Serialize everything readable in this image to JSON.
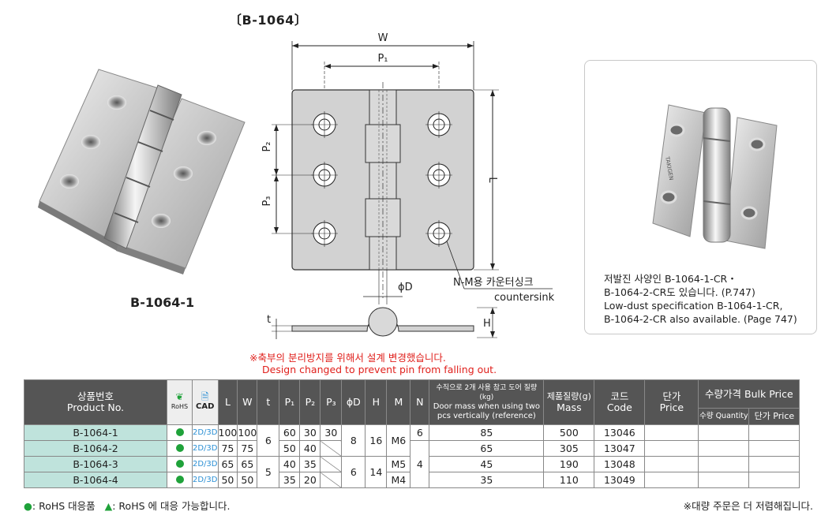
{
  "title_code": "〔B-1064〕",
  "photo_label": "B-1064-1",
  "drawing": {
    "W": "W",
    "P1": "P₁",
    "P2": "P₂",
    "P3": "P₃",
    "L": "L",
    "D": "ϕD",
    "t": "t",
    "H": "H",
    "countersink_kr": "N-M용 카운터싱크",
    "countersink_en": "countersink",
    "side_marking": "TAKIGEN"
  },
  "note": {
    "kr": "※축부의 분리방지를 위해서 설계 변경했습니다.",
    "en": "Design changed to prevent pin from falling out."
  },
  "info": {
    "line1": "저발진 사양인 B-1064-1-CR・",
    "line2": "B-1064-2-CR도 있습니다. (P.747)",
    "line3": "Low-dust specification B-1064-1-CR,",
    "line4": "B-1064-2-CR also available. (Page 747)"
  },
  "table": {
    "h_product_kr": "상품번호",
    "h_product_en": "Product No.",
    "h_rohs": "RoHS",
    "h_cad": "CAD",
    "h_L": "L",
    "h_W": "W",
    "h_t": "t",
    "h_P1": "P₁",
    "h_P2": "P₂",
    "h_P3": "P₃",
    "h_D": "ϕD",
    "h_H": "H",
    "h_M": "M",
    "h_N": "N",
    "h_door_kr": "수직으로 2개 사용 참고 도어 질량(kg)",
    "h_door_en": "Door mass when using two pcs vertically (reference)",
    "h_mass_kr": "제품질량(g)",
    "h_mass_en": "Mass",
    "h_code_kr": "코드",
    "h_code_en": "Code",
    "h_price_kr": "단가",
    "h_price_en": "Price",
    "h_bulk": "수량가격 Bulk Price",
    "h_qty": "수량 Quantity",
    "h_unit": "단가 Price",
    "rows": [
      {
        "pn": "B-1064-1",
        "cad": "2D/3D",
        "L": "100",
        "W": "100",
        "P1": "60",
        "P2": "30",
        "P3": "30",
        "door": "85",
        "mass": "500",
        "code": "13046"
      },
      {
        "pn": "B-1064-2",
        "cad": "2D/3D",
        "L": "75",
        "W": "75",
        "P1": "50",
        "P2": "40",
        "door": "65",
        "mass": "305",
        "code": "13047"
      },
      {
        "pn": "B-1064-3",
        "cad": "2D/3D",
        "L": "65",
        "W": "65",
        "P1": "40",
        "P2": "35",
        "door": "45",
        "mass": "190",
        "code": "13048"
      },
      {
        "pn": "B-1064-4",
        "cad": "2D/3D",
        "L": "50",
        "W": "50",
        "P1": "35",
        "P2": "20",
        "door": "35",
        "mass": "110",
        "code": "13049"
      }
    ],
    "t_a": "6",
    "t_b": "5",
    "D_a": "8",
    "D_b": "6",
    "H_a": "16",
    "H_b": "14",
    "M_a": "M6",
    "M_b": "M5",
    "M_c": "M4",
    "N_a": "6",
    "N_b": "4"
  },
  "footer": {
    "circle": "●",
    "circle_text": ": RoHS 대응품",
    "triangle": "▲",
    "triangle_text": ": RoHS 에 대응 가능합니다.",
    "right": "※대량 주문은 더 저렴해집니다."
  },
  "colors": {
    "rohs_green": "#1fa23a",
    "note_red": "#e0201c",
    "header_dark": "#555555",
    "product_teal": "#bfe3dc"
  }
}
